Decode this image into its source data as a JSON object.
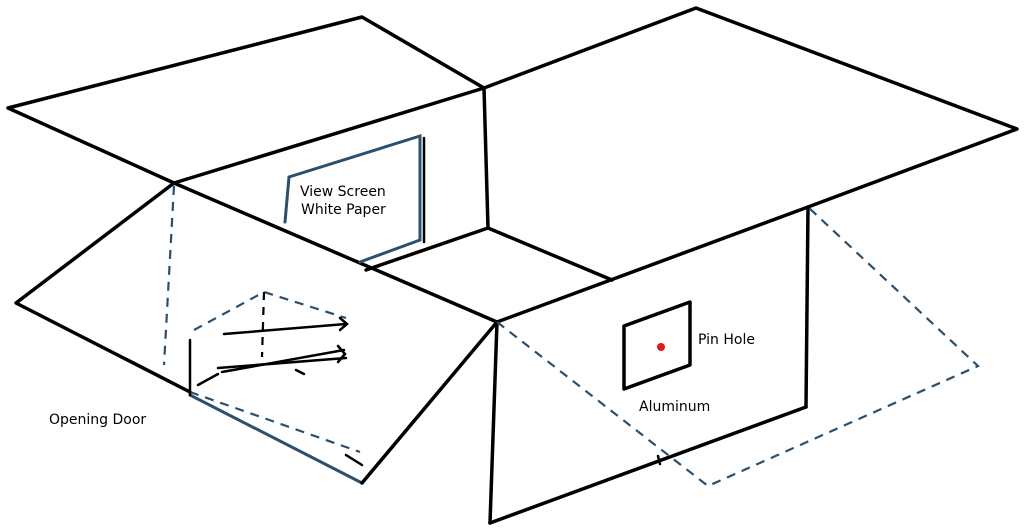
{
  "labels": {
    "view_screen_line1": "View Screen",
    "view_screen_line2": "White Paper",
    "pin_hole": "Pin Hole",
    "aluminum": "Aluminum",
    "opening_door": "Opening Door"
  },
  "colors": {
    "outline": "#000000",
    "dashed_accent": "#2c4f6c",
    "pin_hole_dot": "#e01b1b"
  }
}
